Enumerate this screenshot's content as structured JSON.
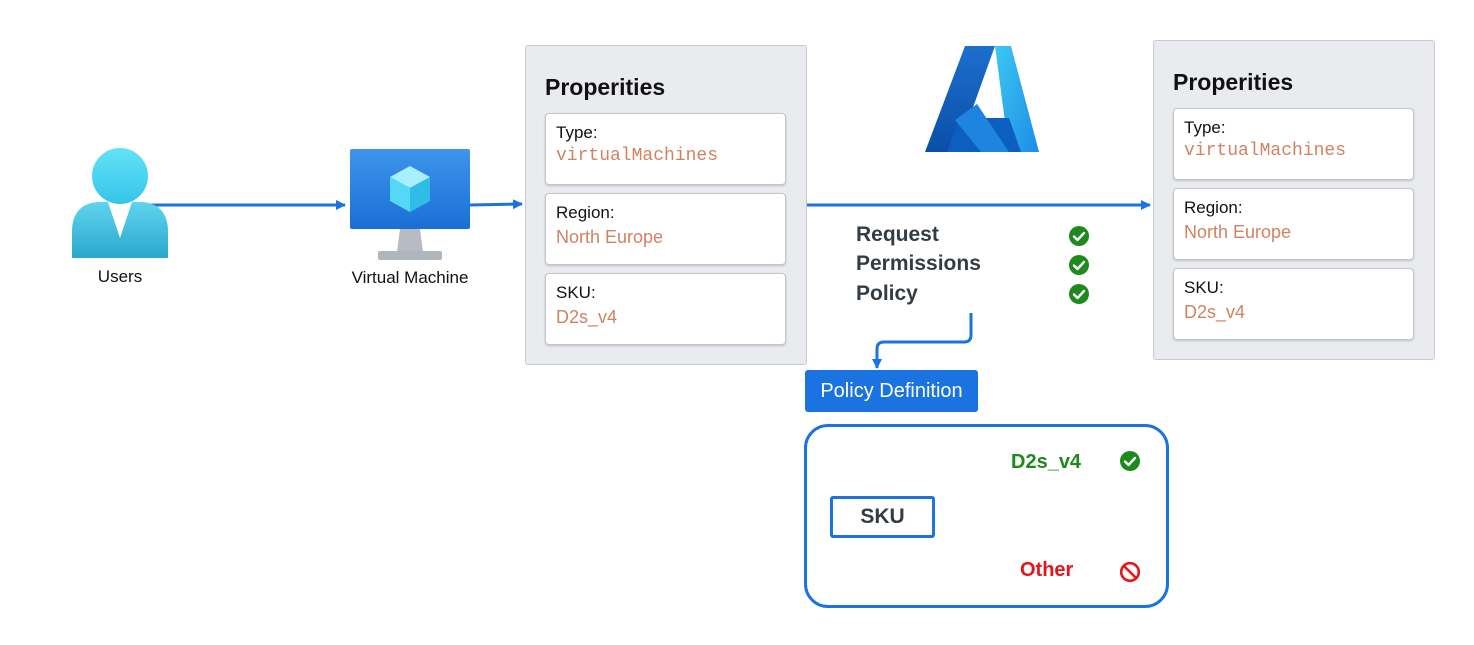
{
  "actors": {
    "users": "Users",
    "vm": "Virtual Machine"
  },
  "properties_left": {
    "title": "Properities",
    "items": [
      {
        "key": "Type:",
        "value": "virtualMachines"
      },
      {
        "key": "Region:",
        "value": "North Europe"
      },
      {
        "key": "SKU:",
        "value": "D2s_v4"
      }
    ]
  },
  "properties_right": {
    "title": "Properities",
    "items": [
      {
        "key": "Type:",
        "value": "virtualMachines"
      },
      {
        "key": "Region:",
        "value": "North Europe"
      },
      {
        "key": "SKU:",
        "value": "D2s_v4"
      }
    ]
  },
  "checks": [
    "Request",
    "Permissions",
    "Policy"
  ],
  "policy": {
    "definition_label": "Policy Definition",
    "condition": "SKU",
    "allowed": "D2s_v4",
    "denied": "Other"
  },
  "icons": {
    "user": "user-icon",
    "vm": "virtual-machine-icon",
    "azure": "azure-logo",
    "check": "check-icon",
    "deny": "block-icon"
  },
  "colors": {
    "accent": "#1a73e0",
    "value": "#d18261",
    "allowed": "#1e8a1e",
    "allowed_arrow": "#5cbf5c",
    "denied": "#e3171b",
    "panel": "#e9ebee"
  }
}
